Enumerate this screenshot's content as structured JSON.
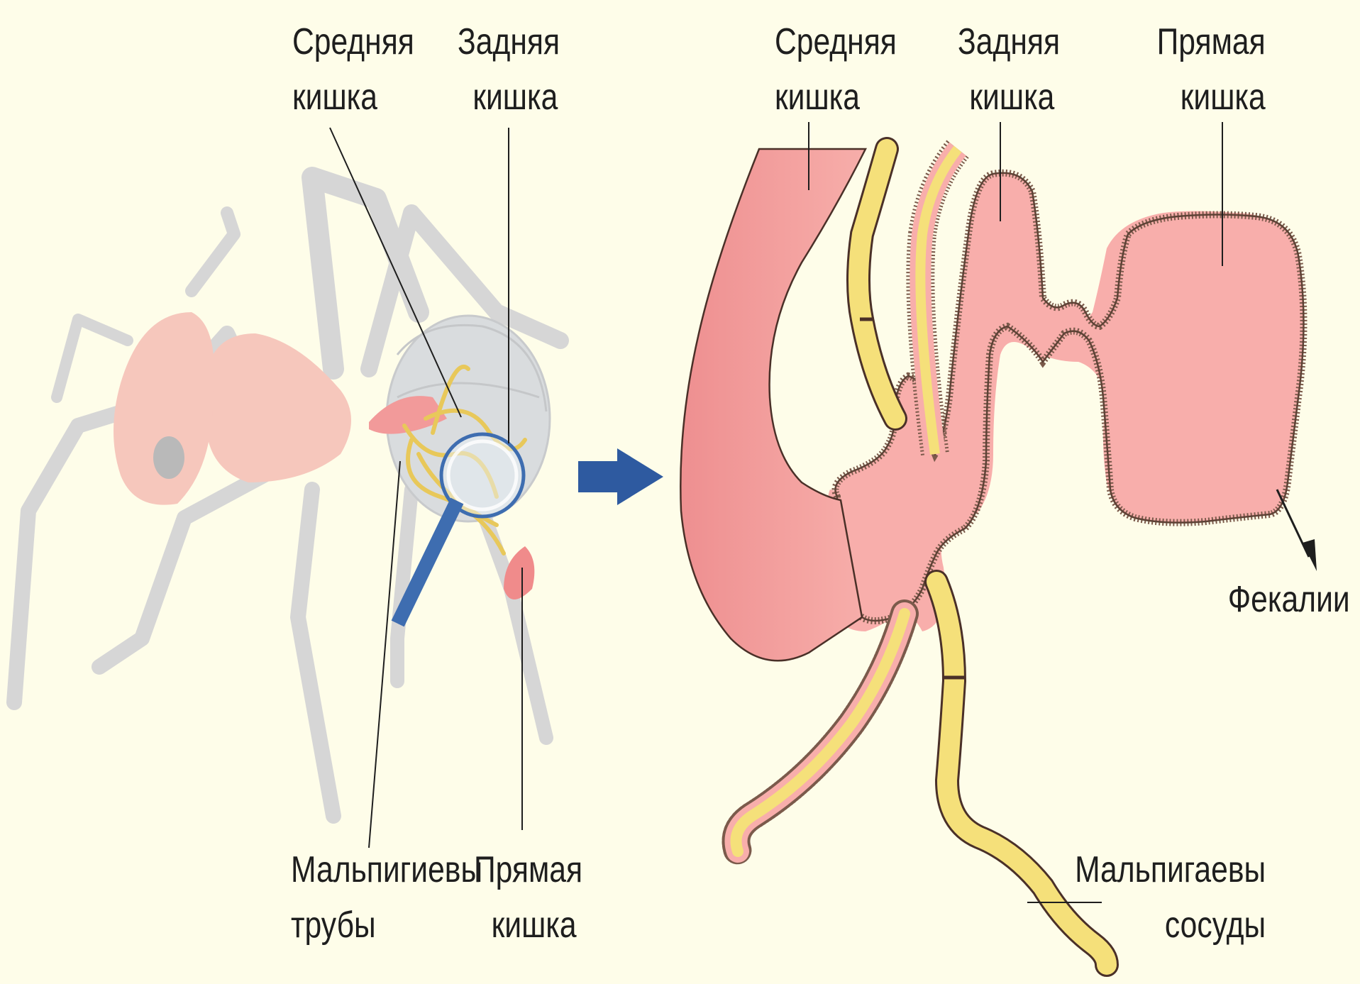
{
  "colors": {
    "background": "#fefde9",
    "gut": "#f7a9a3",
    "gut_dark": "#e4787a",
    "tubules": "#f5e07a",
    "ant_body": "#cfcfcf",
    "arrow": "#2e5aa0"
  },
  "left_labels": {
    "midgut": [
      "Средняя",
      "кишка"
    ],
    "hindgut": [
      "Задняя",
      "кишка"
    ],
    "malpighian": [
      "Мальпигиевы",
      "трубы"
    ],
    "rectum": [
      "Прямая",
      "кишка"
    ]
  },
  "right_labels": {
    "midgut": [
      "Средняя",
      "кишка"
    ],
    "hindgut": [
      "Задняя",
      "кишка"
    ],
    "rectum": [
      "Прямая",
      "кишка"
    ],
    "feces": "Фекалии",
    "malpighian": [
      "Мальпигаевы",
      "сосуды"
    ]
  }
}
